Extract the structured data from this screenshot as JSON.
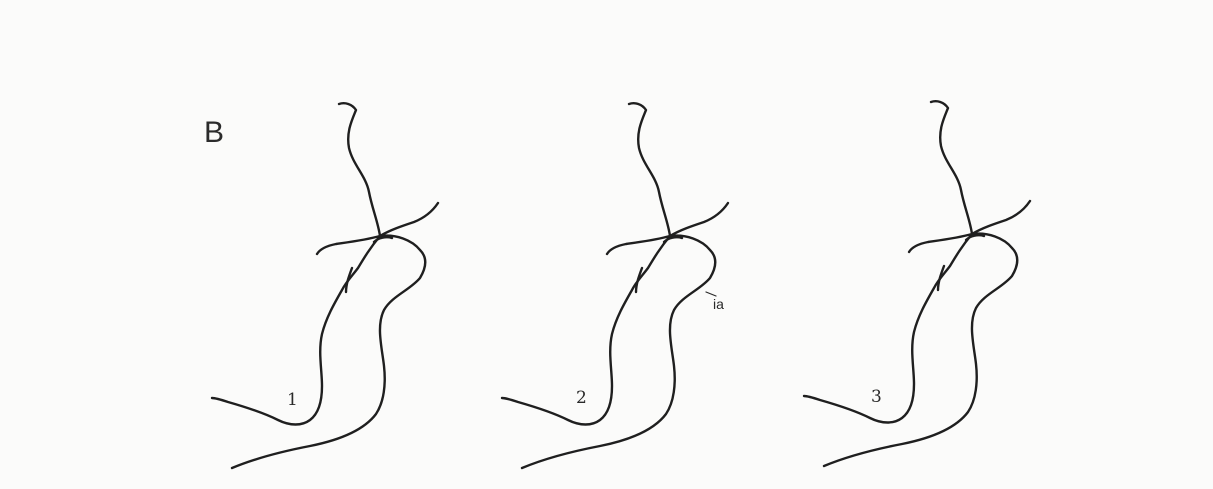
{
  "figure": {
    "panel_letter": "B",
    "drawings": [
      {
        "number": "1"
      },
      {
        "number": "2",
        "annotation": "ia"
      },
      {
        "number": "3"
      }
    ]
  }
}
